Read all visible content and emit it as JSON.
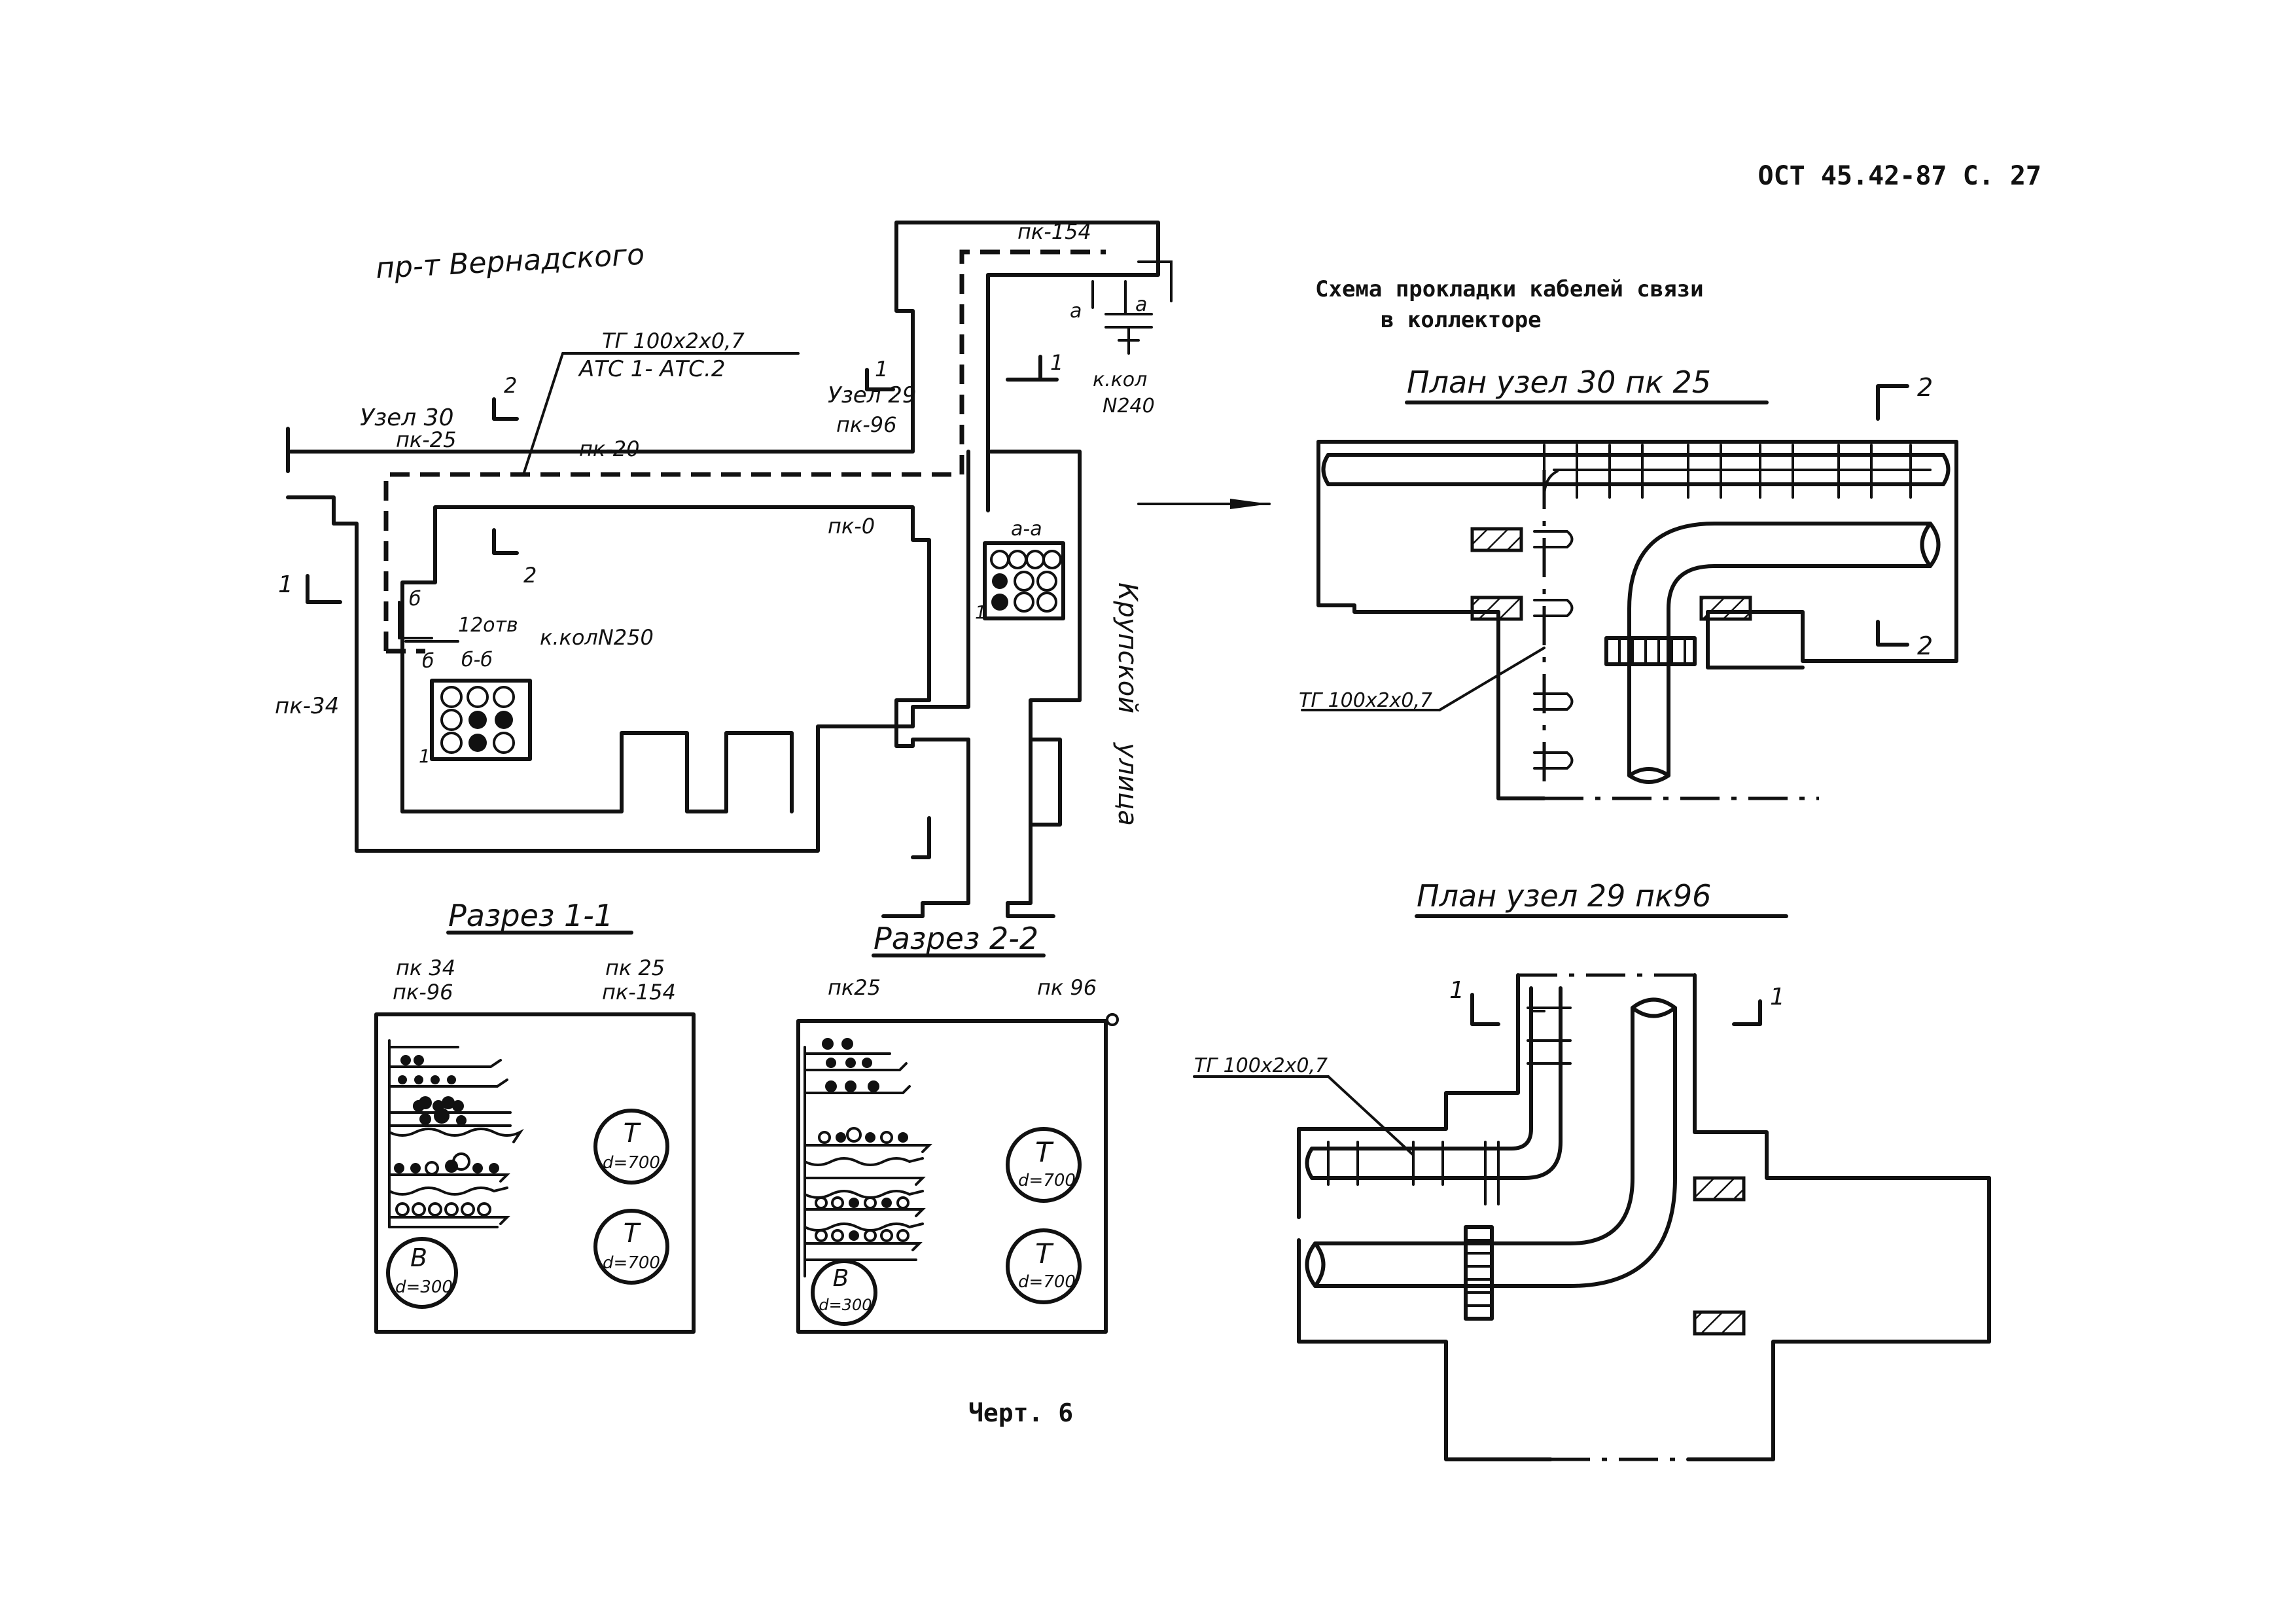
{
  "header": {
    "doc_code": "ОСТ 45.42-87 С. 27",
    "caption": "Черт. 6"
  },
  "overview": {
    "street_top": "пр-т Вернадского",
    "street_right_1": "Крупской",
    "street_right_2": "улица",
    "cable_label_1": "ТГ 100х2х0,7",
    "cable_label_2": "АТС 1- АТС.2",
    "node_30": "Узел 30",
    "pk_25": "пк-25",
    "pk_20": "пк-20",
    "node_29": "Узел 29",
    "pk_96": "пк-96",
    "pk_154": "пк-154",
    "pk_0": "пк-0",
    "pk_34": "пк-34",
    "well_240_1": "к.кол",
    "well_240_2": "N240",
    "well_250": "к.колN250",
    "holes": "12отв",
    "sec_bb": "б-б",
    "sec_aa": "а-а",
    "lbl_b": "б",
    "lbl_a": "а",
    "mark_1": "1",
    "mark_2": "2"
  },
  "scheme": {
    "title_line1": "Схема прокладки кабелей связи",
    "title_line2": "в коллекторе"
  },
  "plan30": {
    "title": "План узел 30 пк 25",
    "cable": "ТГ 100х2х0,7",
    "mark_2": "2"
  },
  "plan29": {
    "title": "План узел 29 пк96",
    "cable": "ТГ 100х2х0,7",
    "mark_1": "1"
  },
  "section11": {
    "title": "Разрез 1-1",
    "label_tl1": "пк 34",
    "label_tl2": "пк-96",
    "label_tr1": "пк 25",
    "label_tr2": "пк-154",
    "pipe_t": "Т",
    "pipe_t_d": "d=700",
    "pipe_v": "В",
    "pipe_v_d": "d=300"
  },
  "section22": {
    "title": "Разрез 2-2",
    "label_l": "пк25",
    "label_r": "пк 96",
    "pipe_t": "Т",
    "pipe_t_d": "d=700",
    "pipe_v": "В",
    "pipe_v_d": "d=300"
  }
}
